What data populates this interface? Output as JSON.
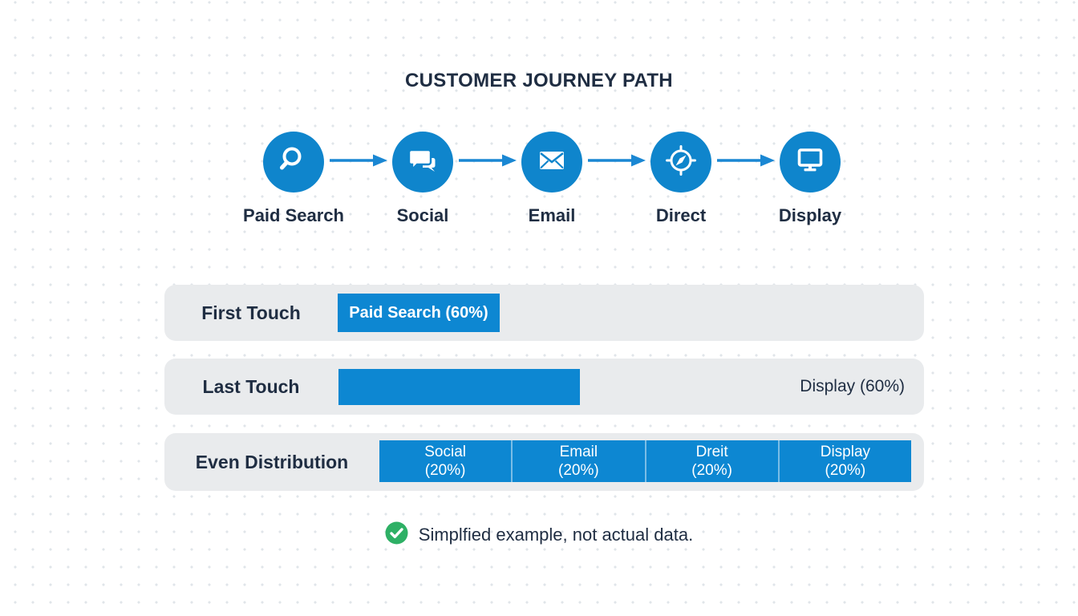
{
  "page": {
    "title": "CUSTOMER JOURNEY PATH"
  },
  "journey_steps": [
    {
      "label": "Paid Search",
      "icon": "search-icon"
    },
    {
      "label": "Social",
      "icon": "chat-bubbles-icon"
    },
    {
      "label": "Email",
      "icon": "envelope-icon"
    },
    {
      "label": "Direct",
      "icon": "compass-icon"
    },
    {
      "label": "Display",
      "icon": "monitor-icon"
    }
  ],
  "attribution": {
    "rows": [
      {
        "label": "First Touch",
        "bar_text": "Paid Search (60%)",
        "bar_value_pct": 60,
        "channel": "Paid Search"
      },
      {
        "label": "Last Touch",
        "outside_text": "Display (60%)",
        "bar_value_pct": 60,
        "channel": "Display"
      },
      {
        "label": "Even Distribution",
        "segments": [
          {
            "name": "Social",
            "value": "(20%)",
            "pct": 20
          },
          {
            "name": "Email",
            "value": "(20%)",
            "pct": 20
          },
          {
            "name": "Dreit",
            "value": "(20%)",
            "pct": 20
          },
          {
            "name": "Display",
            "value": "(20%)",
            "pct": 20
          }
        ]
      }
    ]
  },
  "footer": {
    "note": "Simplfied example, not actual data.",
    "icon": "check-icon"
  },
  "colors": {
    "accent_blue": "#0D87D2",
    "circle_blue": "#0F85CC",
    "arrow_blue": "#1A87D3",
    "dark_navy": "#1F2D42",
    "row_bg": "#E9EBED",
    "check_green": "#2EB065",
    "dot_grid": "#E0E5EA"
  }
}
